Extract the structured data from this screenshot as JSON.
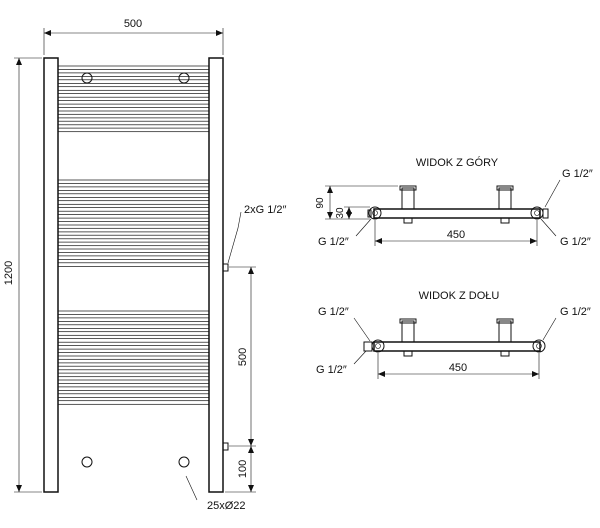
{
  "front": {
    "width": "500",
    "height": "1200",
    "connection": "2xG 1/2″",
    "spacing": "500",
    "bottom_offset": "100",
    "tubes": "25xØ22"
  },
  "top_view": {
    "title": "WIDOK Z GÓRY",
    "d90": "90",
    "d30": "30",
    "left_conn": "G 1/2″",
    "right_top_conn": "G 1/2″",
    "right_bottom_conn": "G 1/2″",
    "width": "450"
  },
  "bottom_view": {
    "title": "WIDOK Z DOŁU",
    "left_top_conn": "G 1/2″",
    "left_bottom_conn": "G 1/2″",
    "right_conn": "G 1/2″",
    "width": "450"
  }
}
